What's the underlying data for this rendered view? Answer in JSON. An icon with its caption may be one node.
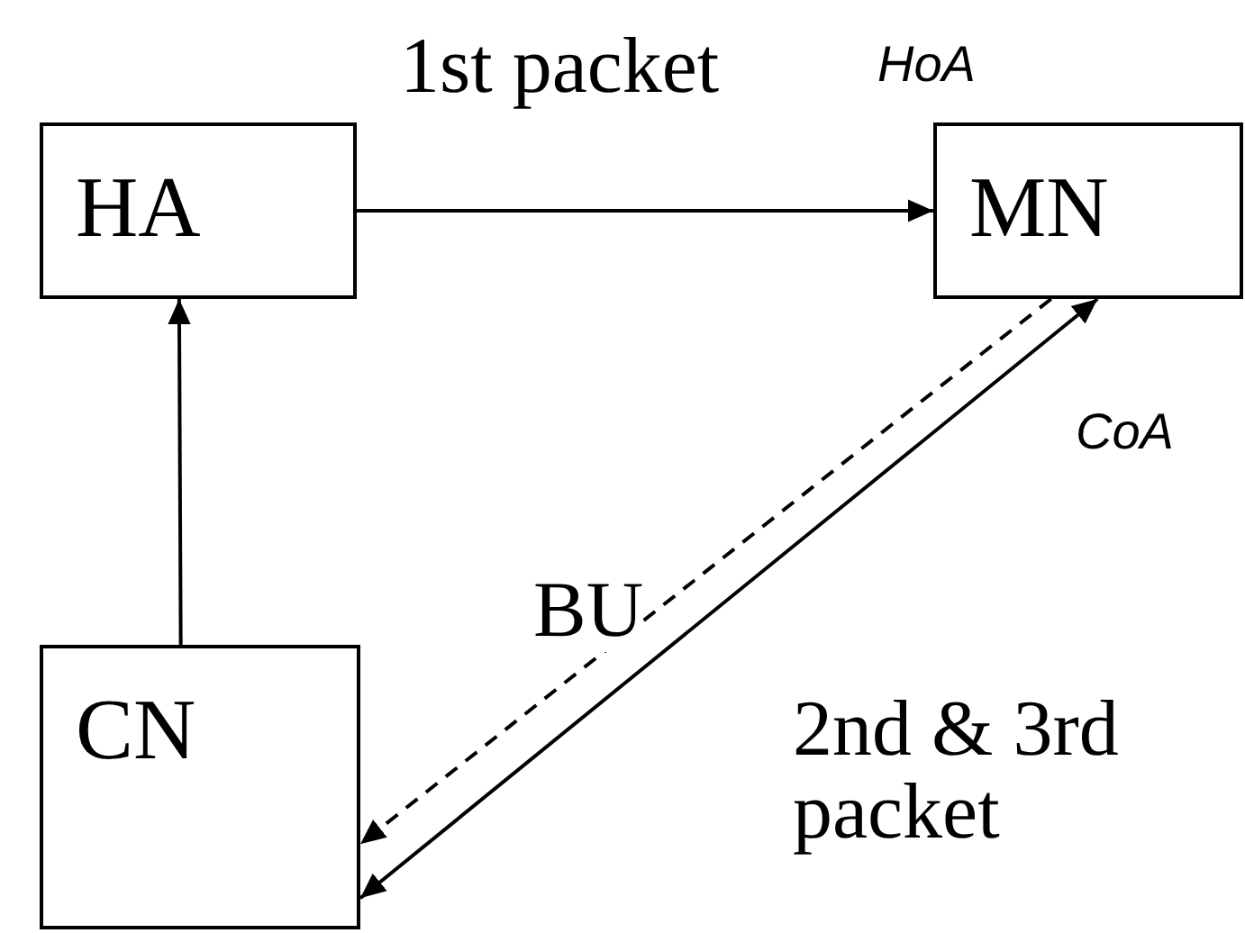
{
  "diagram": {
    "nodes": [
      {
        "text": [
          "HA"
        ]
      },
      {
        "text": [
          "MN"
        ],
        "beside": [
          "HoA",
          "CoA"
        ]
      },
      {
        "text": [
          "CN"
        ]
      }
    ],
    "edges": [
      {
        "from": 0,
        "to": 1,
        "arrow": "to",
        "label": "1st packet"
      },
      {
        "from": 2,
        "to": 0,
        "arrow": "to"
      },
      {
        "from": 1,
        "to": 2,
        "arrow": "to",
        "style": "dashed",
        "label": "BU"
      },
      {
        "from": 2,
        "to": 1,
        "arrow": "both",
        "label": "2nd & 3rd packet"
      }
    ]
  }
}
